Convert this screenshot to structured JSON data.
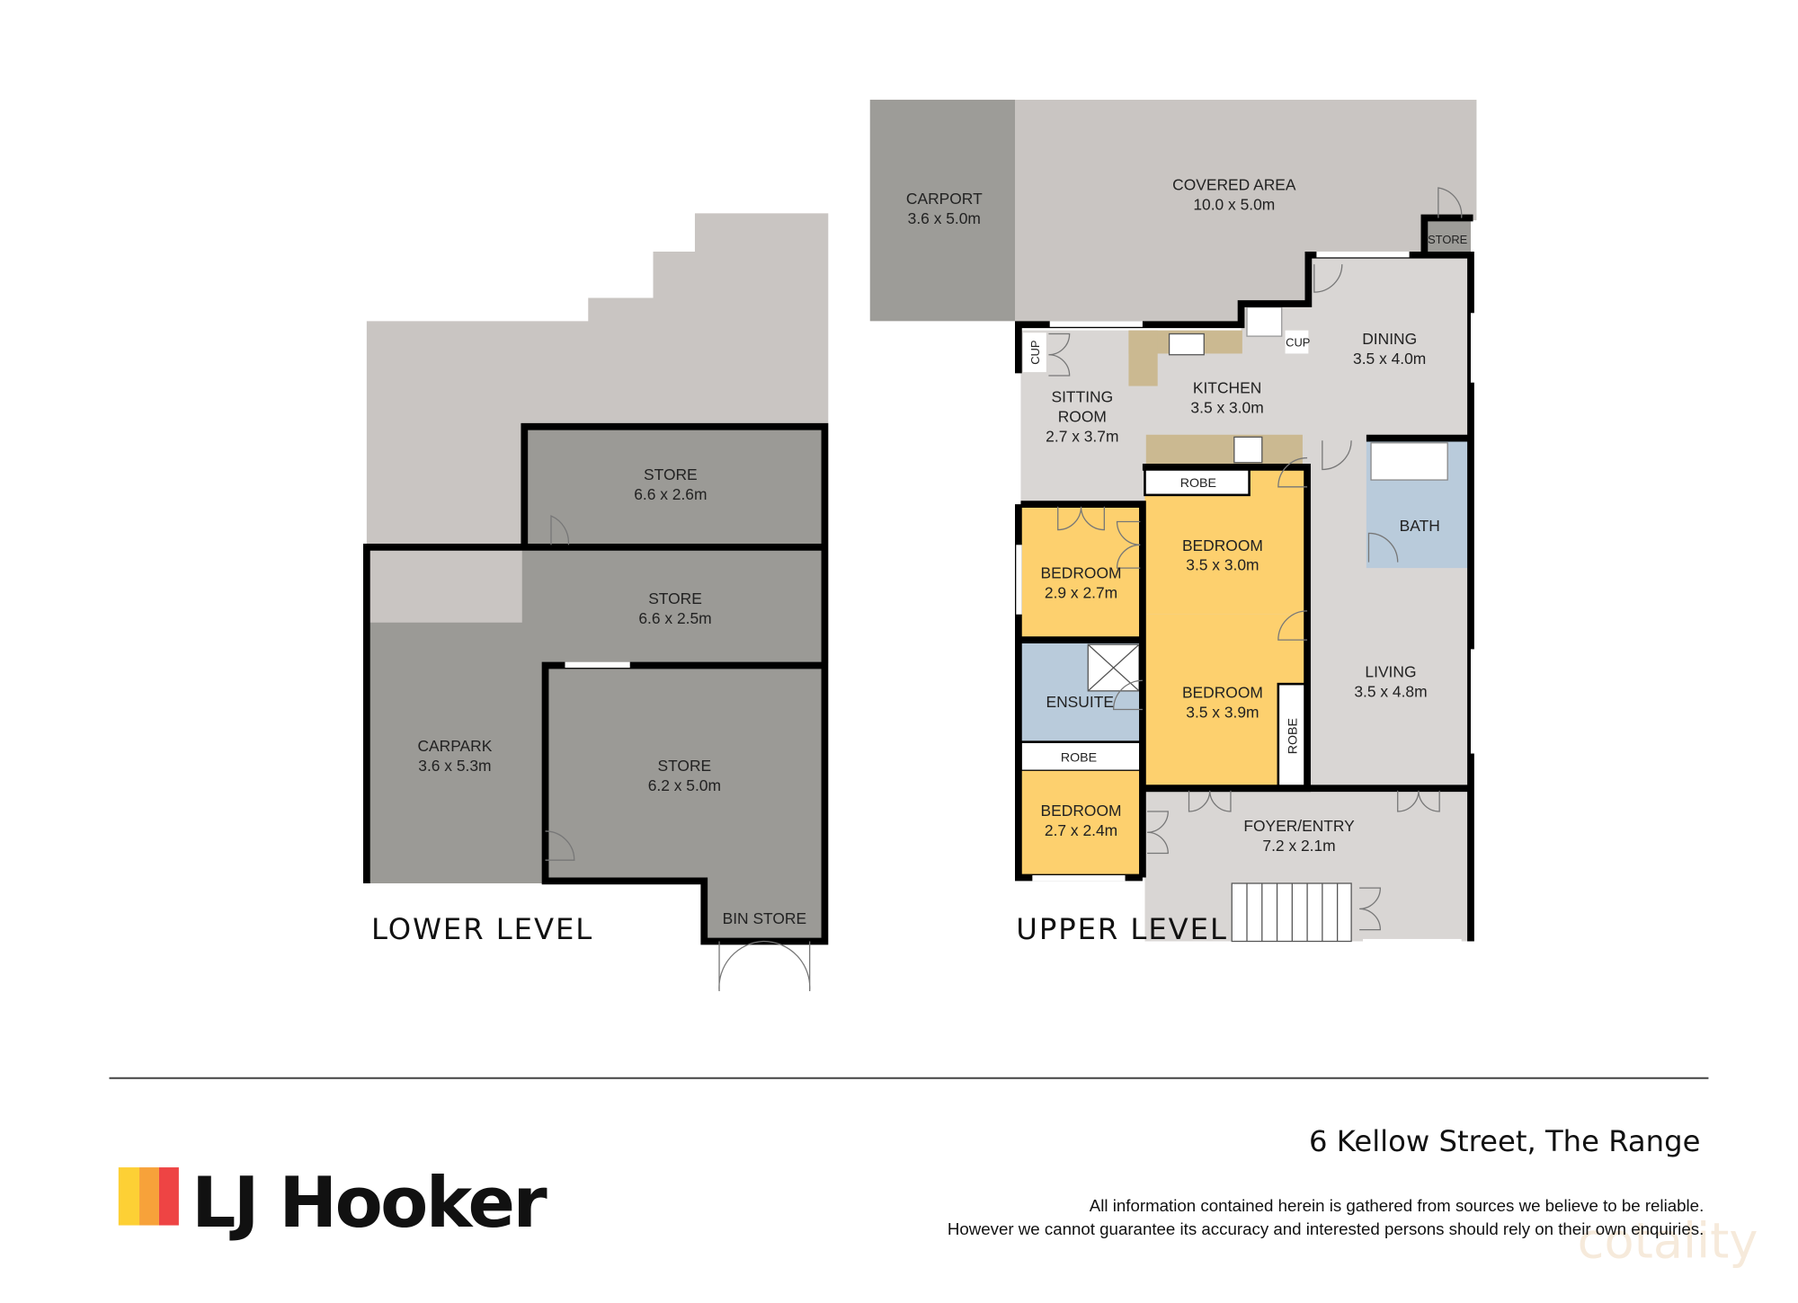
{
  "lower_level": {
    "title": "LOWER LEVEL",
    "rooms": [
      {
        "name": "STORE",
        "size": "6.6 x 2.6m"
      },
      {
        "name": "STORE",
        "size": "6.6 x 2.5m"
      },
      {
        "name": "CARPARK",
        "size": "3.6 x 5.3m"
      },
      {
        "name": "STORE",
        "size": "6.2 x 5.0m"
      },
      {
        "name": "BIN STORE"
      }
    ]
  },
  "upper_level": {
    "title": "UPPER LEVEL",
    "rooms": [
      {
        "name": "CARPORT",
        "size": "3.6 x 5.0m"
      },
      {
        "name": "COVERED AREA",
        "size": "10.0 x 5.0m"
      },
      {
        "name": "STORE"
      },
      {
        "name": "DINING",
        "size": "3.5 x 4.0m"
      },
      {
        "name": "KITCHEN",
        "size": "3.5 x 3.0m"
      },
      {
        "name": "SITTING",
        "name2": "ROOM",
        "size": "2.7 x 3.7m"
      },
      {
        "name": "CUP"
      },
      {
        "name": "CUP"
      },
      {
        "name": "ROBE"
      },
      {
        "name": "BEDROOM",
        "size": "3.5 x 3.0m"
      },
      {
        "name": "BATH"
      },
      {
        "name": "BEDROOM",
        "size": "2.9 x 2.7m"
      },
      {
        "name": "ENSUITE"
      },
      {
        "name": "BEDROOM",
        "size": "3.5 x 3.9m"
      },
      {
        "name": "ROBE"
      },
      {
        "name": "LIVING",
        "size": "3.5 x 4.8m"
      },
      {
        "name": "ROBE"
      },
      {
        "name": "BEDROOM",
        "size": "2.7 x 2.4m"
      },
      {
        "name": "FOYER/ENTRY",
        "size": "7.2 x 2.1m"
      }
    ]
  },
  "colors": {
    "outdoor": "#c9c5c2",
    "garage": "#9d9c98",
    "interior": "#d9d6d4",
    "bedroom": "#fdd06e",
    "wet": "#b9cbdb",
    "bench": "#cbb991"
  },
  "footer": {
    "address": "6 Kellow Street, The Range",
    "disclaimer_line1": "All information contained herein is gathered from sources we believe to be reliable.",
    "disclaimer_line2": "However we cannot guarantee its accuracy and interested persons should rely on their own enquiries.",
    "logo_text": "LJ Hooker",
    "logo_colors": [
      "#fdd035",
      "#f7a23a",
      "#ee4444"
    ],
    "watermark": "cotality"
  }
}
